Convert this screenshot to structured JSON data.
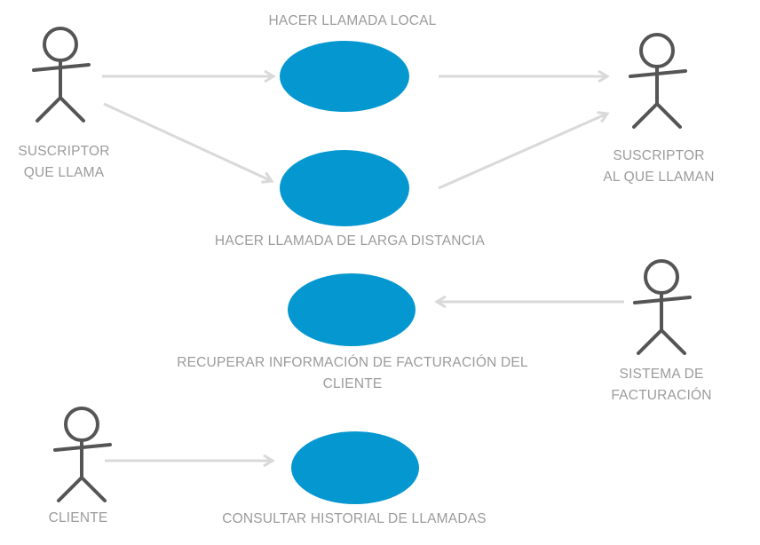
{
  "diagram": {
    "actors": [
      {
        "id": "caller",
        "label_lines": [
          "SUSCRIPTOR",
          "QUE LLAMA"
        ]
      },
      {
        "id": "callee",
        "label_lines": [
          "SUSCRIPTOR",
          "AL QUE LLAMAN"
        ]
      },
      {
        "id": "billing",
        "label_lines": [
          "SISTEMA DE",
          "FACTURACIÓN"
        ]
      },
      {
        "id": "client",
        "label_lines": [
          "CLIENTE"
        ]
      }
    ],
    "use_cases": [
      {
        "id": "local",
        "label_lines": [
          "HACER LLAMADA LOCAL"
        ]
      },
      {
        "id": "long",
        "label_lines": [
          "HACER LLAMADA DE LARGA DISTANCIA"
        ]
      },
      {
        "id": "billinfo",
        "label_lines": [
          "RECUPERAR INFORMACIÓN DE FACTURACIÓN DEL",
          "CLIENTE"
        ]
      },
      {
        "id": "history",
        "label_lines": [
          "CONSULTAR HISTORIAL DE LLAMADAS"
        ]
      }
    ],
    "associations": [
      {
        "from": "caller",
        "to": "local"
      },
      {
        "from": "caller",
        "to": "long"
      },
      {
        "from": "local",
        "to": "callee"
      },
      {
        "from": "long",
        "to": "callee"
      },
      {
        "from": "billing",
        "to": "billinfo"
      },
      {
        "from": "client",
        "to": "history"
      }
    ],
    "colors": {
      "use_case_fill": "#0597d0",
      "actor_stroke": "#555555",
      "label_text": "#9b9b9b",
      "arrow": "#d9d9d9"
    }
  }
}
